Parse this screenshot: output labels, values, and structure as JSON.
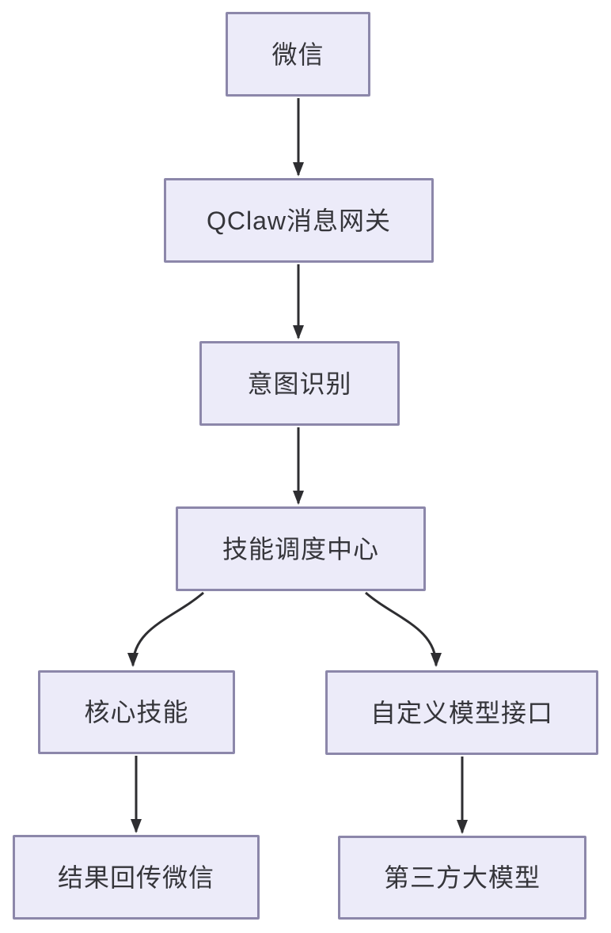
{
  "diagram": {
    "type": "flowchart",
    "direction": "top-down",
    "colors": {
      "background": "#FFFFFF",
      "node_fill": "#ECEBF9",
      "node_border": "#8C87AA",
      "arrow": "#2E2E31",
      "text": "#35353A"
    },
    "nodes": [
      {
        "id": "wechat",
        "label": "微信"
      },
      {
        "id": "gateway",
        "label": "QClaw消息网关"
      },
      {
        "id": "intent",
        "label": "意图识别"
      },
      {
        "id": "dispatch",
        "label": "技能调度中心"
      },
      {
        "id": "core-skills",
        "label": "核心技能"
      },
      {
        "id": "custom-model",
        "label": "自定义模型接口"
      },
      {
        "id": "result-return",
        "label": "结果回传微信"
      },
      {
        "id": "third-party-llm",
        "label": "第三方大模型"
      }
    ],
    "edges": [
      {
        "from": "wechat",
        "to": "gateway",
        "style": "straight-arrow"
      },
      {
        "from": "gateway",
        "to": "intent",
        "style": "straight-arrow"
      },
      {
        "from": "intent",
        "to": "dispatch",
        "style": "straight-arrow"
      },
      {
        "from": "dispatch",
        "to": "core-skills",
        "style": "curved-arrow"
      },
      {
        "from": "dispatch",
        "to": "custom-model",
        "style": "curved-arrow"
      },
      {
        "from": "core-skills",
        "to": "result-return",
        "style": "straight-arrow"
      },
      {
        "from": "custom-model",
        "to": "third-party-llm",
        "style": "straight-arrow"
      }
    ]
  }
}
